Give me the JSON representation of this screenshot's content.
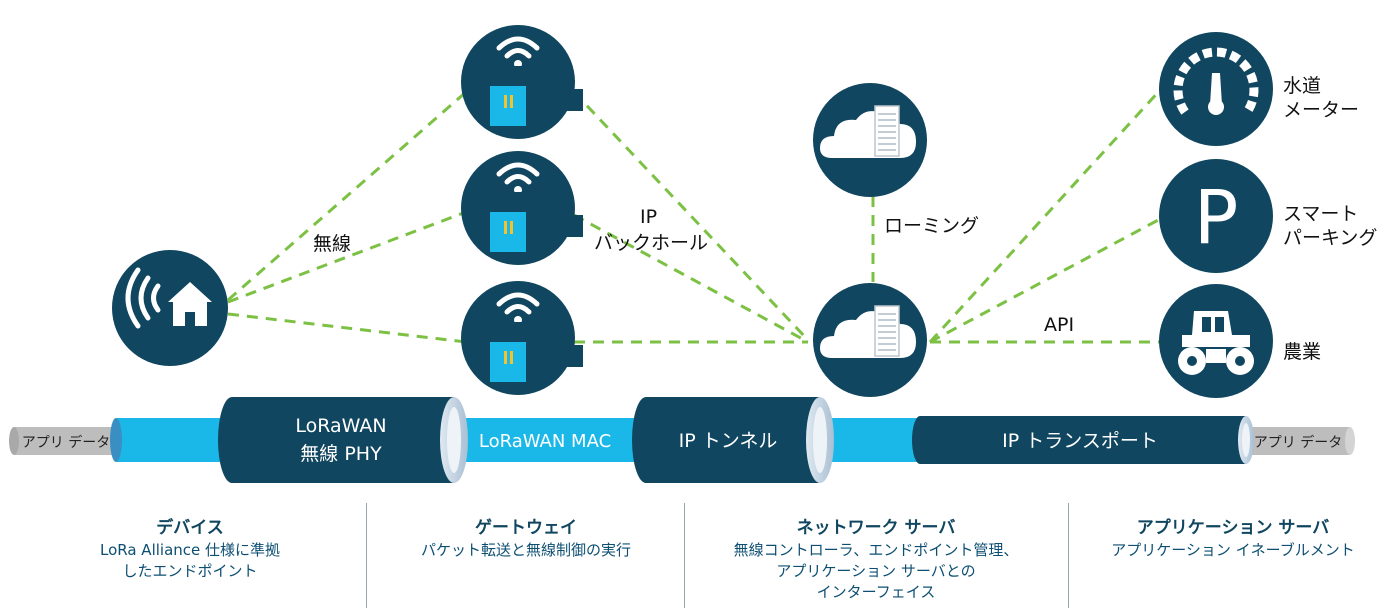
{
  "diagram": {
    "labels": {
      "wireless": "無線",
      "ip_backhaul_1": "IP",
      "ip_backhaul_2": "バックホール",
      "roaming": "ローミング",
      "api": "API",
      "water_meter_1": "水道",
      "water_meter_2": "メーター",
      "smart_parking_1": "スマート",
      "smart_parking_2": "パーキング",
      "agriculture": "農業"
    },
    "parking_icon_letter": "P",
    "pipe": {
      "app_data_left": "アプリ データ",
      "lorawan_phy_1": "LoRaWAN",
      "lorawan_phy_2": "無線 PHY",
      "lorawan_mac": "LoRaWAN MAC",
      "ip_tunnel": "IP トンネル",
      "ip_transport": "IP トランスポート",
      "app_data_right": "アプリ データ"
    },
    "captions": [
      {
        "title": "デバイス",
        "lines": [
          "LoRa Alliance 仕様に準拠",
          "したエンドポイント"
        ]
      },
      {
        "title": "ゲートウェイ",
        "lines": [
          "パケット転送と無線制御の実行"
        ]
      },
      {
        "title": "ネットワーク サーバ",
        "lines": [
          "無線コントローラ、エンドポイント管理、",
          "アプリケーション サーバとの",
          "インターフェイス"
        ]
      },
      {
        "title": "アプリケーション サーバ",
        "lines": [
          "アプリケーション イネーブルメント"
        ]
      }
    ],
    "icons": [
      "home-wireless-icon",
      "gateway-router-icon",
      "cloud-server-icon",
      "gauge-meter-icon",
      "parking-icon",
      "tractor-icon"
    ],
    "colors": {
      "navy": "#10465f",
      "cyan": "#1ab8e9",
      "green_dash": "#7cc144",
      "gray_pipe": "#bdbdbd",
      "caption_text": "#0d4f73"
    }
  }
}
